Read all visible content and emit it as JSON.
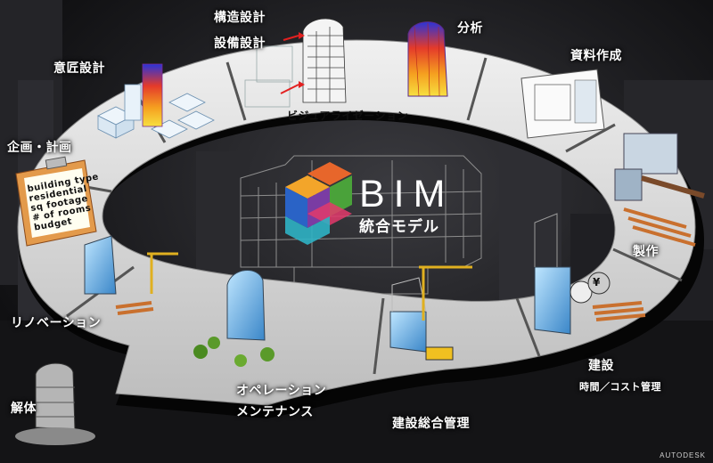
{
  "center": {
    "title": "BIM",
    "subtitle": "統合モデル"
  },
  "ring_banner": "ビジュアライゼーション",
  "stages": [
    {
      "id": "planning",
      "label": "企画・計画"
    },
    {
      "id": "design",
      "label": "意匠設計"
    },
    {
      "id": "structural",
      "label": "構造設計"
    },
    {
      "id": "mep",
      "label": "設備設計"
    },
    {
      "id": "analysis",
      "label": "分析"
    },
    {
      "id": "documents",
      "label": "資料作成"
    },
    {
      "id": "fabrication",
      "label": "製作"
    },
    {
      "id": "construction",
      "label": "建設",
      "sub": "時間／コスト管理"
    },
    {
      "id": "construction_mgmt",
      "label": "建設総合管理"
    },
    {
      "id": "operation",
      "label": "オペレーション",
      "label2": "メンテナンス"
    },
    {
      "id": "renovation",
      "label": "リノベーション"
    },
    {
      "id": "demolition",
      "label": "解体"
    }
  ],
  "checklist": [
    "building type",
    "residential",
    "sq footage",
    "# of rooms",
    "budget"
  ],
  "currency_symbol": "¥",
  "brand": "AUTODESK",
  "colors": {
    "ring": "#d9d9d9",
    "ring_edge": "#8a8a8a",
    "arrow": "#e32020"
  }
}
